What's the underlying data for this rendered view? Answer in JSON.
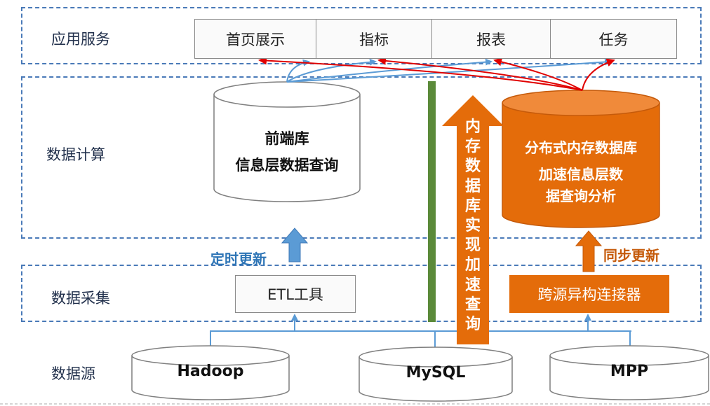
{
  "layers": {
    "app": "应用服务",
    "compute": "数据计算",
    "collect": "数据采集",
    "source": "数据源"
  },
  "services": [
    "首页展示",
    "指标",
    "报表",
    "任务"
  ],
  "frontend_db": {
    "line1": "前端库",
    "line2": "信息层数据查询"
  },
  "memory_db": {
    "line1": "分布式内存数据库",
    "line2": "加速信息层数",
    "line3": "据查询分析"
  },
  "accel_arrow_text": "内存数据库实现加速查询",
  "etl": "ETL工具",
  "connector": "跨源异构连接器",
  "timed_update": "定时更新",
  "sync_update": "同步更新",
  "sources": [
    "Hadoop",
    "MySQL",
    "MPP"
  ],
  "colors": {
    "orange": "#e46c0a",
    "blue_arrow": "#5b9bd5",
    "green": "#5b8a3a",
    "red_arrow": "#e00000"
  }
}
